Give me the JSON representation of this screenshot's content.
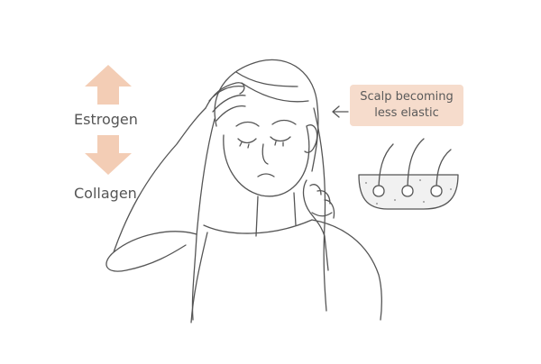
{
  "labels": {
    "hormone": "Estrogen",
    "protein": "Collagen"
  },
  "callout": {
    "line1": "Scalp becoming",
    "line2": "less elastic"
  },
  "colors": {
    "accent": "#f3cdb5",
    "callout_bg": "#f6dccc",
    "line": "#555555",
    "skin": "#f1f1f1"
  },
  "arrows": {
    "hormone": "up",
    "protein": "down"
  }
}
